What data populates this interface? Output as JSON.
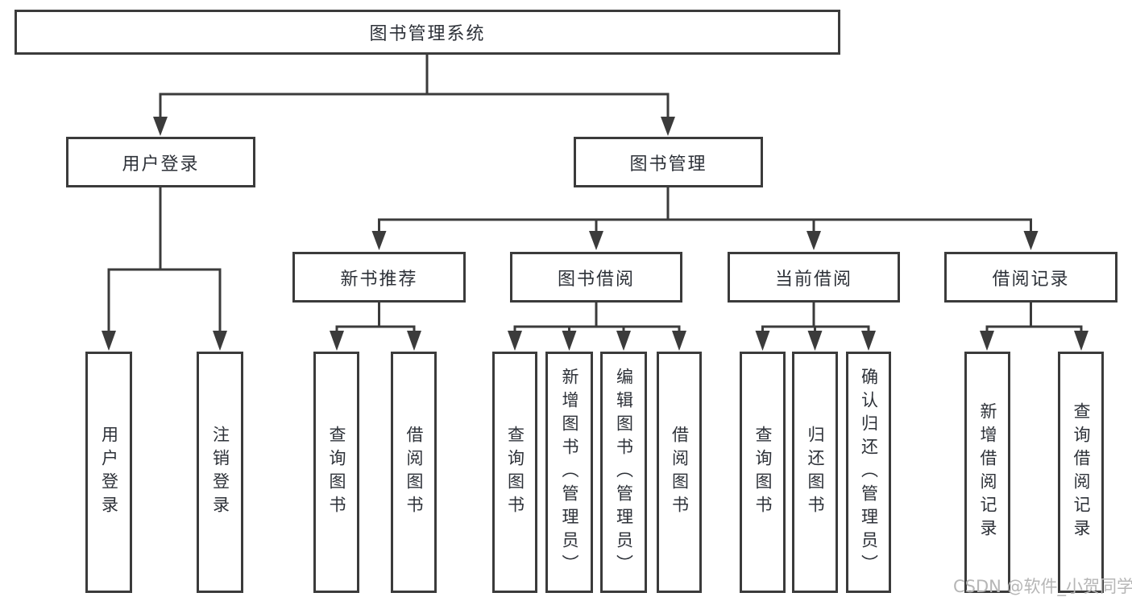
{
  "diagram": {
    "root": {
      "label": "图书管理系统"
    },
    "children": [
      {
        "label": "用户登录",
        "children": [
          {
            "label": "用户登录"
          },
          {
            "label": "注销登录"
          }
        ]
      },
      {
        "label": "图书管理",
        "children": [
          {
            "label": "新书推荐",
            "children": [
              {
                "label": "查询图书"
              },
              {
                "label": "借阅图书"
              }
            ]
          },
          {
            "label": "图书借阅",
            "children": [
              {
                "label": "查询图书"
              },
              {
                "label": "新增图书（管理员）"
              },
              {
                "label": "编辑图书（管理员）"
              },
              {
                "label": "借阅图书"
              }
            ]
          },
          {
            "label": "当前借阅",
            "children": [
              {
                "label": "查询图书"
              },
              {
                "label": "归还图书"
              },
              {
                "label": "确认归还（管理员）"
              }
            ]
          },
          {
            "label": "借阅记录",
            "children": [
              {
                "label": "新增借阅记录"
              },
              {
                "label": "查询借阅记录"
              }
            ]
          }
        ]
      }
    ]
  },
  "watermark": {
    "text": "CSDN @软件_小贺同学"
  },
  "colors": {
    "line": "#3b3b3b",
    "text": "#2d3138",
    "watermark": "#b6b6b6",
    "background": "#ffffff"
  }
}
